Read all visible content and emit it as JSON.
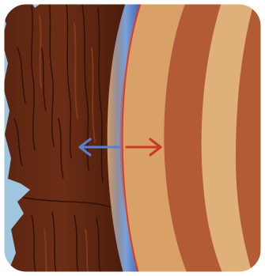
{
  "figure": {
    "colors": {
      "frame": "#ffffff",
      "sky": "#9fc6de",
      "bark_dark": "#4a1c0c",
      "bark_mid": "#6b2d14",
      "bark_light": "#8a4326",
      "cambium_blue": "#3a5fae",
      "cambium_glow": "#7aa2d8",
      "cambium_red": "#e23a1c",
      "wood_light": "#d9a068",
      "wood_dark": "#b35b34",
      "wood_pale": "#e0b07a",
      "arrow_blue": "#5a7fd0",
      "arrow_red": "#c83a22"
    },
    "arrows": [
      {
        "name": "outward",
        "direction": "left",
        "color": "#5a7fd0"
      },
      {
        "name": "inward",
        "direction": "right",
        "color": "#c83a22"
      }
    ]
  }
}
